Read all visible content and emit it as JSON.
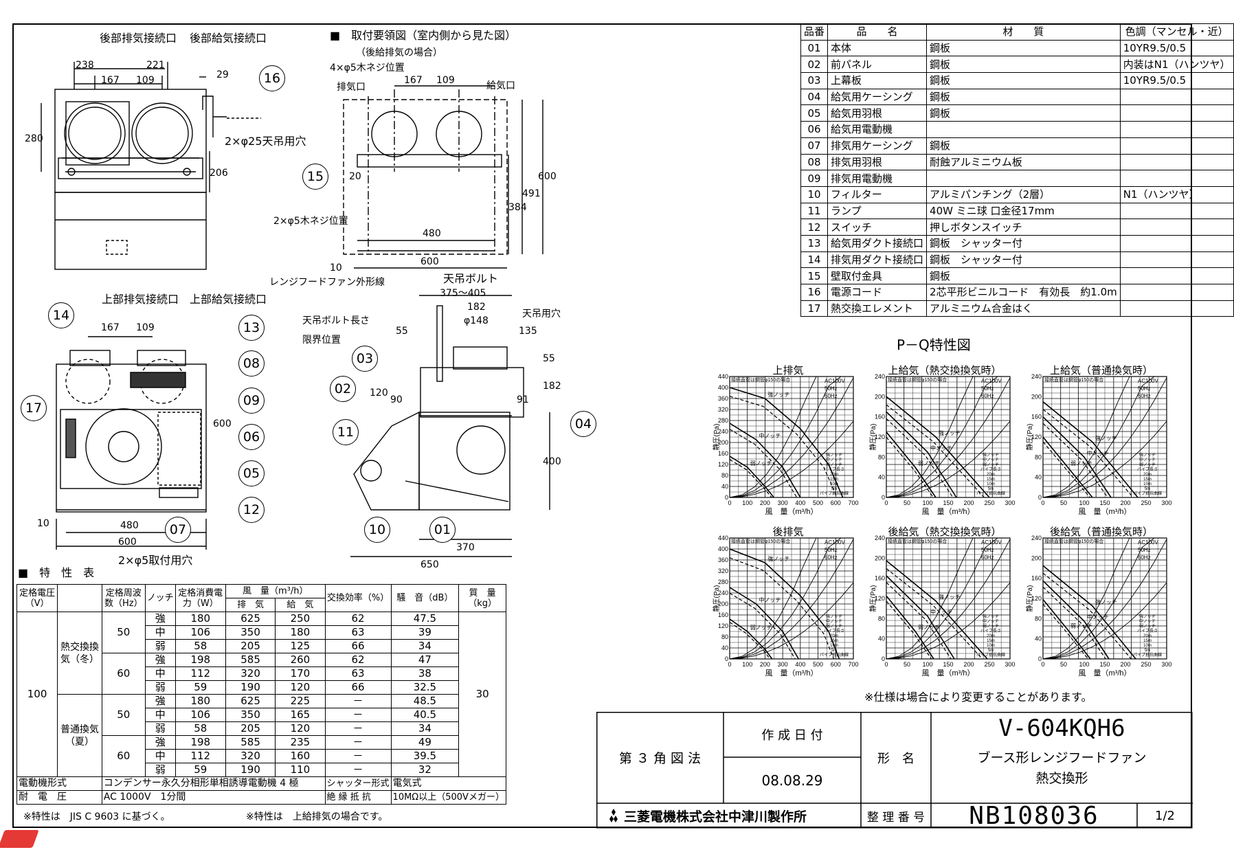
{
  "parts_table": {
    "headers": [
      "品番",
      "品　　名",
      "材　　質",
      "色調（マンセル・近）"
    ],
    "rows": [
      [
        "01",
        "本体",
        "鋼板",
        "10YR9.5/0.5"
      ],
      [
        "02",
        "前パネル",
        "鋼板",
        "内装はN1（ハンツヤ）"
      ],
      [
        "03",
        "上幕板",
        "鋼板",
        "10YR9.5/0.5"
      ],
      [
        "04",
        "給気用ケーシング",
        "鋼板",
        ""
      ],
      [
        "05",
        "給気用羽根",
        "鋼板",
        ""
      ],
      [
        "06",
        "給気用電動機",
        "",
        ""
      ],
      [
        "07",
        "排気用ケーシング",
        "鋼板",
        ""
      ],
      [
        "08",
        "排気用羽根",
        "耐蝕アルミニウム板",
        ""
      ],
      [
        "09",
        "排気用電動機",
        "",
        ""
      ],
      [
        "10",
        "フィルター",
        "アルミパンチング（2層）",
        "N1（ハンツヤ）"
      ],
      [
        "11",
        "ランプ",
        "40W ミニ球 口金径17mm",
        ""
      ],
      [
        "12",
        "スイッチ",
        "押しボタンスイッチ",
        ""
      ],
      [
        "13",
        "給気用ダクト接続口",
        "鋼板　シャッター付",
        ""
      ],
      [
        "14",
        "排気用ダクト接続口",
        "鋼板　シャッター付",
        ""
      ],
      [
        "15",
        "壁取付金具",
        "鋼板",
        ""
      ],
      [
        "16",
        "電源コード",
        "2芯平形ビニルコード　有効長　約1.0m",
        ""
      ],
      [
        "17",
        "熱交換エレメント",
        "アルミニウム合金はく",
        ""
      ]
    ]
  },
  "drawing_labels": {
    "rear_exhaust": "後部排気接続口",
    "rear_supply": "後部給気接続口",
    "mount_title": "■　取付要領図（室内側から見た図）",
    "mount_sub": "（後給排気の場合）",
    "screw4": "4×φ5木ネジ位置",
    "screw2": "2×φ5木ネジ位置",
    "exhaust_port": "排気口",
    "supply_port": "給気口",
    "hang_hole": "2×φ25天吊用穴",
    "hood_outline": "レンジフードファン外形線",
    "top_exhaust": "上部排気接続口",
    "top_supply": "上部給気接続口",
    "bolt": "天吊ボルト",
    "bolt_len": "天吊ボルト長さ",
    "limit_pos": "限界位置",
    "hang_hole2": "天吊用穴",
    "mount_hole": "2×φ5取付用穴",
    "spec_title": "■　特　性　表",
    "pq_title": "P－Q特性図",
    "note_spec": "※仕様は場合により変更することがあります。"
  },
  "dims": {
    "d238": "238",
    "d221": "221",
    "d167": "167",
    "d109": "109",
    "d29": "29",
    "d280": "280",
    "d206": "206",
    "d20": "20",
    "d600": "600",
    "d491": "491",
    "d384": "384",
    "d480": "480",
    "d10": "10",
    "d375": "375～405",
    "d182": "182",
    "d148": "φ148",
    "d55": "55",
    "d135": "135",
    "d120": "120",
    "d90": "90",
    "d91": "91",
    "d400": "400",
    "d370": "370",
    "d650": "650"
  },
  "callouts": [
    "16",
    "15",
    "14",
    "13",
    "17",
    "08",
    "09",
    "06",
    "05",
    "12",
    "07",
    "03",
    "02",
    "11",
    "04",
    "10",
    "01"
  ],
  "spec_table": {
    "headers": {
      "voltage": "定格電圧（V）",
      "freq": "定格周波数（Hz）",
      "notch": "ノッチ",
      "power": "定格消費電力（W）",
      "airflow": "風　量（m³/h）",
      "exhaust": "排　気",
      "supply": "給　気",
      "eff": "交換効率（%）",
      "noise": "騒　音（dB）",
      "mass": "質　量（kg）"
    },
    "voltage": "100",
    "mass": "30",
    "mode_heat": "熱交換換気（冬）",
    "mode_normal": "普通換気（夏）",
    "rows": [
      [
        "50",
        "強",
        "180",
        "625",
        "250",
        "62",
        "47.5"
      ],
      [
        "",
        "中",
        "106",
        "350",
        "180",
        "63",
        "39"
      ],
      [
        "",
        "弱",
        "58",
        "205",
        "125",
        "66",
        "34"
      ],
      [
        "60",
        "強",
        "198",
        "585",
        "260",
        "62",
        "47"
      ],
      [
        "",
        "中",
        "112",
        "320",
        "170",
        "63",
        "38"
      ],
      [
        "",
        "弱",
        "59",
        "190",
        "120",
        "66",
        "32.5"
      ],
      [
        "50",
        "強",
        "180",
        "625",
        "225",
        "－",
        "48.5"
      ],
      [
        "",
        "中",
        "106",
        "350",
        "165",
        "－",
        "40.5"
      ],
      [
        "",
        "弱",
        "58",
        "205",
        "120",
        "－",
        "34"
      ],
      [
        "60",
        "強",
        "198",
        "585",
        "235",
        "－",
        "49"
      ],
      [
        "",
        "中",
        "112",
        "320",
        "160",
        "－",
        "39.5"
      ],
      [
        "",
        "弱",
        "59",
        "190",
        "110",
        "－",
        "32"
      ]
    ],
    "motor_label": "電動機形式",
    "motor_value": "コンデンサー永久分相形単相誘導電動機 4 極",
    "shutter_label": "シャッター形式",
    "shutter_value": "電気式",
    "withstand_label": "耐　電　圧",
    "withstand_value": "AC 1000V　1分間",
    "insulation_label": "絶 縁 抵 抗",
    "insulation_value": "10MΩ以上（500Vメガー）",
    "note1": "※特性は　JIS C 9603 に基づく。",
    "note2": "※特性は　上給排気の場合です。"
  },
  "title_block": {
    "projection": "第 ３ 角 図 法",
    "date_label": "作 成 日 付",
    "date": "08.08.29",
    "model_label": "形　名",
    "model": "V-604KQH6",
    "desc1": "ブース形レンジフードファン",
    "desc2": "熱交換形",
    "company": "三菱電機株式会社中津川製作所",
    "ref_label": "整 理 番 号",
    "ref": "NB108036",
    "page": "1/2"
  },
  "chart_data": [
    {
      "type": "line",
      "title": "上排気",
      "xlabel": "風　量（m³/h）",
      "ylabel": "静圧(Pa)",
      "xlim": [
        0,
        700
      ],
      "ylim": [
        0,
        440
      ],
      "x_ticks": [
        0,
        100,
        200,
        300,
        400,
        500,
        600,
        700
      ],
      "y_ticks": [
        0,
        40,
        80,
        120,
        160,
        200,
        240,
        280,
        320,
        360,
        400,
        440
      ],
      "legend": [
        "AC100V",
        "50Hz",
        "60Hz"
      ],
      "note": "接続直管は鋼管φ150の場合",
      "annotations": [
        "強ノッチ",
        "中ノッチ",
        "弱ノッチ",
        "パイプ長さ",
        "20m",
        "15m",
        "10m",
        "5m",
        "パイプ抵抗曲線"
      ],
      "series": [
        {
          "name": "強ノッチ",
          "points": [
            [
              0,
              400
            ],
            [
              200,
              360
            ],
            [
              400,
              250
            ],
            [
              560,
              120
            ],
            [
              640,
              0
            ]
          ]
        },
        {
          "name": "中ノッチ",
          "points": [
            [
              0,
              270
            ],
            [
              150,
              210
            ],
            [
              300,
              110
            ],
            [
              400,
              0
            ]
          ]
        },
        {
          "name": "弱ノッチ",
          "points": [
            [
              0,
              150
            ],
            [
              100,
              110
            ],
            [
              200,
              40
            ],
            [
              250,
              0
            ]
          ]
        }
      ]
    },
    {
      "type": "line",
      "title": "上給気（熱交換換気時）",
      "xlabel": "風　量（m³/h）",
      "ylabel": "静圧(Pa)",
      "xlim": [
        0,
        300
      ],
      "ylim": [
        0,
        240
      ],
      "x_ticks": [
        0,
        50,
        100,
        150,
        200,
        250,
        300
      ],
      "y_ticks": [
        0,
        40,
        80,
        120,
        160,
        200,
        240
      ],
      "legend": [
        "AC100V",
        "50Hz",
        "60Hz"
      ],
      "note": "接続直管は鋼管φ150の場合",
      "annotations": [
        "強ノッチ",
        "中ノッチ",
        "弱ノッチ",
        "パイプ長さ",
        "20m",
        "15m",
        "10m",
        "5m",
        "パイプ抵抗曲線"
      ],
      "series": [
        {
          "name": "強ノッチ",
          "points": [
            [
              0,
              200
            ],
            [
              120,
              120
            ],
            [
              250,
              0
            ]
          ]
        },
        {
          "name": "中ノッチ",
          "points": [
            [
              0,
              170
            ],
            [
              100,
              90
            ],
            [
              170,
              0
            ]
          ]
        },
        {
          "name": "弱ノッチ",
          "points": [
            [
              0,
              130
            ],
            [
              70,
              60
            ],
            [
              120,
              0
            ]
          ]
        }
      ]
    },
    {
      "type": "line",
      "title": "上給気（普通換気時）",
      "xlabel": "風　量（m³/h）",
      "ylabel": "静圧(Pa)",
      "xlim": [
        0,
        300
      ],
      "ylim": [
        0,
        240
      ],
      "x_ticks": [
        0,
        50,
        100,
        150,
        200,
        250,
        300
      ],
      "y_ticks": [
        0,
        40,
        80,
        120,
        160,
        200,
        240
      ],
      "legend": [
        "AC100V",
        "50Hz",
        "60Hz"
      ],
      "note": "接続直管は鋼管φ150の場合",
      "annotations": [
        "強ノッチ",
        "中ノッチ",
        "弱ノッチ",
        "パイプ長さ",
        "20m",
        "15m",
        "10m",
        "5m",
        "パイプ抵抗曲線"
      ],
      "series": [
        {
          "name": "強ノッチ",
          "points": [
            [
              0,
              190
            ],
            [
              120,
              110
            ],
            [
              230,
              0
            ]
          ]
        },
        {
          "name": "中ノッチ",
          "points": [
            [
              0,
              160
            ],
            [
              100,
              80
            ],
            [
              165,
              0
            ]
          ]
        },
        {
          "name": "弱ノッチ",
          "points": [
            [
              0,
              120
            ],
            [
              60,
              60
            ],
            [
              120,
              0
            ]
          ]
        }
      ]
    },
    {
      "type": "line",
      "title": "後排気",
      "xlabel": "風　量（m³/h）",
      "ylabel": "静圧(Pa)",
      "xlim": [
        0,
        700
      ],
      "ylim": [
        0,
        440
      ],
      "x_ticks": [
        0,
        100,
        200,
        300,
        400,
        500,
        600,
        700
      ],
      "y_ticks": [
        0,
        40,
        80,
        120,
        160,
        200,
        240,
        280,
        320,
        360,
        400,
        440
      ],
      "legend": [
        "AC100V",
        "50Hz",
        "60Hz"
      ],
      "note": "接続直管は鋼管φ150の場合",
      "annotations": [
        "強ノッチ",
        "中ノッチ",
        "弱ノッチ",
        "パイプ長さ",
        "20m",
        "15m",
        "10m",
        "5m",
        "パイプ抵抗曲線"
      ],
      "series": [
        {
          "name": "強ノッチ",
          "points": [
            [
              0,
              400
            ],
            [
              200,
              350
            ],
            [
              400,
              230
            ],
            [
              560,
              100
            ],
            [
              620,
              0
            ]
          ]
        },
        {
          "name": "中ノッチ",
          "points": [
            [
              0,
              260
            ],
            [
              150,
              200
            ],
            [
              300,
              100
            ],
            [
              390,
              0
            ]
          ]
        },
        {
          "name": "弱ノッチ",
          "points": [
            [
              0,
              145
            ],
            [
              100,
              100
            ],
            [
              200,
              35
            ],
            [
              240,
              0
            ]
          ]
        }
      ]
    },
    {
      "type": "line",
      "title": "後給気（熱交換換気時）",
      "xlabel": "風　量（m³/h）",
      "ylabel": "静圧(Pa)",
      "xlim": [
        0,
        300
      ],
      "ylim": [
        0,
        240
      ],
      "x_ticks": [
        0,
        50,
        100,
        150,
        200,
        250,
        300
      ],
      "y_ticks": [
        0,
        40,
        80,
        120,
        160,
        200,
        240
      ],
      "legend": [
        "AC100V",
        "50Hz",
        "60Hz"
      ],
      "note": "接続直管は鋼管φ150の場合",
      "annotations": [
        "強ノッチ",
        "中ノッチ",
        "弱ノッチ",
        "パイプ長さ",
        "20m",
        "15m",
        "10m",
        "5m",
        "パイプ抵抗曲線"
      ],
      "series": [
        {
          "name": "強ノッチ",
          "points": [
            [
              0,
              195
            ],
            [
              120,
              115
            ],
            [
              245,
              0
            ]
          ]
        },
        {
          "name": "中ノッチ",
          "points": [
            [
              0,
              165
            ],
            [
              100,
              85
            ],
            [
              165,
              0
            ]
          ]
        },
        {
          "name": "弱ノッチ",
          "points": [
            [
              0,
              125
            ],
            [
              70,
              55
            ],
            [
              115,
              0
            ]
          ]
        }
      ]
    },
    {
      "type": "line",
      "title": "後給気（普通換気時）",
      "xlabel": "風　量（m³/h）",
      "ylabel": "静圧(Pa)",
      "xlim": [
        0,
        300
      ],
      "ylim": [
        0,
        240
      ],
      "x_ticks": [
        0,
        50,
        100,
        150,
        200,
        250,
        300
      ],
      "y_ticks": [
        0,
        40,
        80,
        120,
        160,
        200,
        240
      ],
      "legend": [
        "AC100V",
        "50Hz",
        "60Hz"
      ],
      "note": "接続直管は鋼管φ150の場合",
      "annotations": [
        "強ノッチ",
        "中ノッチ",
        "弱ノッチ",
        "パイプ長さ",
        "20m",
        "15m",
        "10m",
        "5m",
        "パイプ抵抗曲線"
      ],
      "series": [
        {
          "name": "強ノッチ",
          "points": [
            [
              0,
              185
            ],
            [
              120,
              105
            ],
            [
              225,
              0
            ]
          ]
        },
        {
          "name": "中ノッチ",
          "points": [
            [
              0,
              155
            ],
            [
              100,
              75
            ],
            [
              160,
              0
            ]
          ]
        },
        {
          "name": "弱ノッチ",
          "points": [
            [
              0,
              118
            ],
            [
              60,
              58
            ],
            [
              115,
              0
            ]
          ]
        }
      ]
    }
  ]
}
